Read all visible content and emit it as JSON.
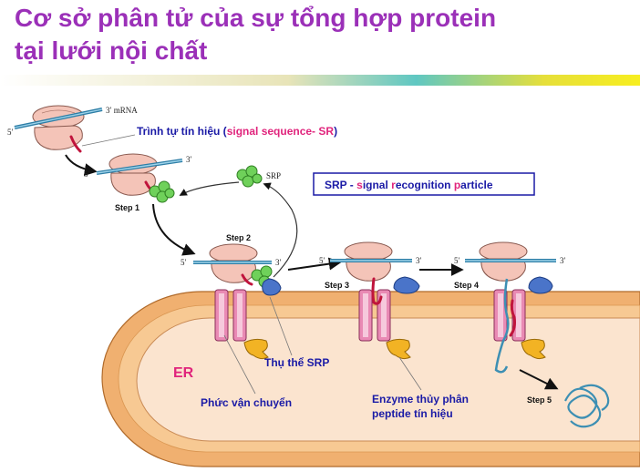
{
  "title": {
    "line1": "Cơ sở phân tử của sự tổng hợp protein",
    "line2": "tại lưới nội chất"
  },
  "labels": {
    "mrna": "3′ mRNA",
    "five_prime": "5′",
    "three_prime": "3′",
    "srp_small": "SRP",
    "signal_sequence": {
      "prefix": "Trình tự tín hiệu (",
      "highlight": "signal sequence- SR",
      "suffix": ")"
    },
    "srp_box": {
      "p1": "SRP - ",
      "s": "s",
      "p2": "ignal ",
      "r": "r",
      "p3": "ecognition ",
      "p": "p",
      "p4": "article"
    },
    "er": "ER",
    "srp_receptor": "Thụ thể SRP",
    "translocon": "Phức vận chuyển",
    "signal_peptidase_1": "Enzyme thủy phân",
    "signal_peptidase_2": "peptide tín hiệu"
  },
  "steps": {
    "s1": "Step 1",
    "s2": "Step 2",
    "s3": "Step 3",
    "s4": "Step 4",
    "s5": "Step 5"
  },
  "colors": {
    "title": "#9b30b8",
    "label_blue": "#1a1aa6",
    "highlight_pink": "#e0247c",
    "er_outer": "#f0b070",
    "er_inner": "#fbe4cf"
  }
}
